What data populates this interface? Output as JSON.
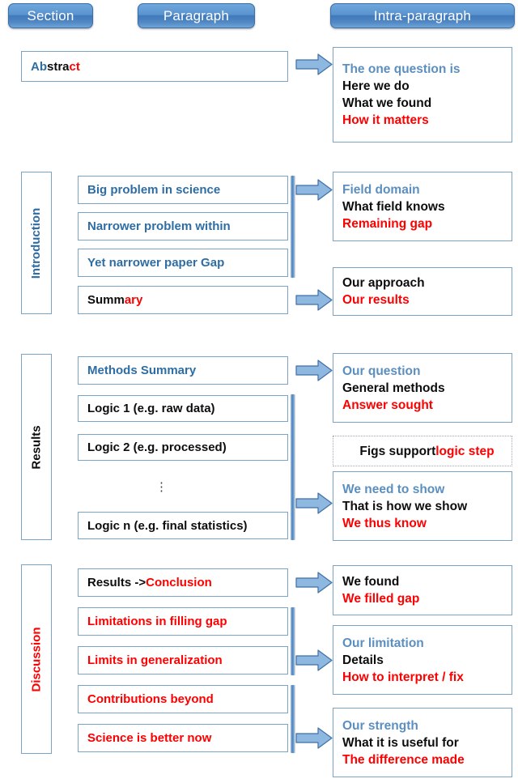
{
  "header": {
    "columns": [
      {
        "label": "Section"
      },
      {
        "label": "Paragraph"
      },
      {
        "label": "Intra-paragraph"
      }
    ]
  },
  "sections": [
    {
      "name": "Abstract",
      "section_label": "",
      "paragraphs": [
        {
          "parts": [
            {
              "text": "Ab",
              "color": "blue"
            },
            {
              "text": "stra",
              "color": "black"
            },
            {
              "text": "ct",
              "color": "red"
            }
          ]
        }
      ],
      "intra": [
        {
          "lines": [
            {
              "text": "The one question is",
              "color": "lblue"
            },
            {
              "text": "Here we do",
              "color": "black"
            },
            {
              "text": "What we found",
              "color": "black"
            },
            {
              "text": "How it matters",
              "color": "red"
            }
          ]
        }
      ]
    },
    {
      "name": "Introduction",
      "section_label": "Introduction",
      "section_label_color": "blue",
      "paragraphs": [
        {
          "parts": [
            {
              "text": "Big problem in science",
              "color": "blue"
            }
          ]
        },
        {
          "parts": [
            {
              "text": "Narrower problem within",
              "color": "blue"
            }
          ]
        },
        {
          "parts": [
            {
              "text": "Yet narrower paper Gap",
              "color": "blue"
            }
          ]
        },
        {
          "parts": [
            {
              "text": "Summ",
              "color": "black"
            },
            {
              "text": "ary",
              "color": "red"
            }
          ]
        }
      ],
      "intra": [
        {
          "lines": [
            {
              "text": "Field domain",
              "color": "lblue"
            },
            {
              "text": "What field knows",
              "color": "black"
            },
            {
              "text": "Remaining gap",
              "color": "red"
            }
          ]
        },
        {
          "lines": [
            {
              "text": "Our approach",
              "color": "black"
            },
            {
              "text": "Our results",
              "color": "red"
            }
          ]
        }
      ]
    },
    {
      "name": "Results",
      "section_label": "Results",
      "section_label_color": "black",
      "paragraphs": [
        {
          "parts": [
            {
              "text": "Methods Summary",
              "color": "blue"
            }
          ]
        },
        {
          "parts": [
            {
              "text": "Logic 1 (e.g. raw data)",
              "color": "black"
            }
          ]
        },
        {
          "parts": [
            {
              "text": "Logic 2 (e.g. processed)",
              "color": "black"
            }
          ]
        },
        {
          "parts": [
            {
              "text": "Logic n (e.g. final statistics)",
              "color": "black"
            }
          ]
        }
      ],
      "ellipsis": "⋮",
      "intra": [
        {
          "lines": [
            {
              "text": "Our question",
              "color": "lblue"
            },
            {
              "text": "General methods",
              "color": "black"
            },
            {
              "text": "Answer sought",
              "color": "red"
            }
          ]
        },
        {
          "dotted": true,
          "lines": [
            {
              "text": "Figs support ",
              "color": "black"
            },
            {
              "text": "logic step",
              "color": "red"
            }
          ]
        },
        {
          "lines": [
            {
              "text": "We need to show",
              "color": "lblue"
            },
            {
              "text": "That is how we show",
              "color": "black"
            },
            {
              "text": "We thus know",
              "color": "red"
            }
          ]
        }
      ]
    },
    {
      "name": "Discussion",
      "section_label": "Discussion",
      "section_label_color": "red",
      "paragraphs": [
        {
          "parts": [
            {
              "text": "Results -> ",
              "color": "black"
            },
            {
              "text": "Conclusion",
              "color": "red"
            }
          ]
        },
        {
          "parts": [
            {
              "text": "Limitations in filling gap",
              "color": "red"
            }
          ]
        },
        {
          "parts": [
            {
              "text": "Limits in generalization",
              "color": "red"
            }
          ]
        },
        {
          "parts": [
            {
              "text": "Contributions beyond",
              "color": "red"
            }
          ]
        },
        {
          "parts": [
            {
              "text": "Science is better now",
              "color": "red"
            }
          ]
        }
      ],
      "intra": [
        {
          "lines": [
            {
              "text": "We found",
              "color": "black"
            },
            {
              "text": "We filled gap",
              "color": "red"
            }
          ]
        },
        {
          "lines": [
            {
              "text": "Our limitation",
              "color": "lblue"
            },
            {
              "text": "Details",
              "color": "black"
            },
            {
              "text": "How to interpret / fix",
              "color": "red"
            }
          ]
        },
        {
          "lines": [
            {
              "text": "Our strength",
              "color": "lblue"
            },
            {
              "text": "What it is useful for",
              "color": "black"
            },
            {
              "text": "The difference made",
              "color": "red"
            }
          ]
        }
      ]
    }
  ],
  "colors": {
    "blue": "#2e6da4",
    "light_blue": "#5b8fc0",
    "black": "#0d0d0d",
    "red": "#fe0000",
    "border": "#7ba3c6",
    "arrow_fill": "#82aede",
    "header_button": "#4a82bf"
  }
}
